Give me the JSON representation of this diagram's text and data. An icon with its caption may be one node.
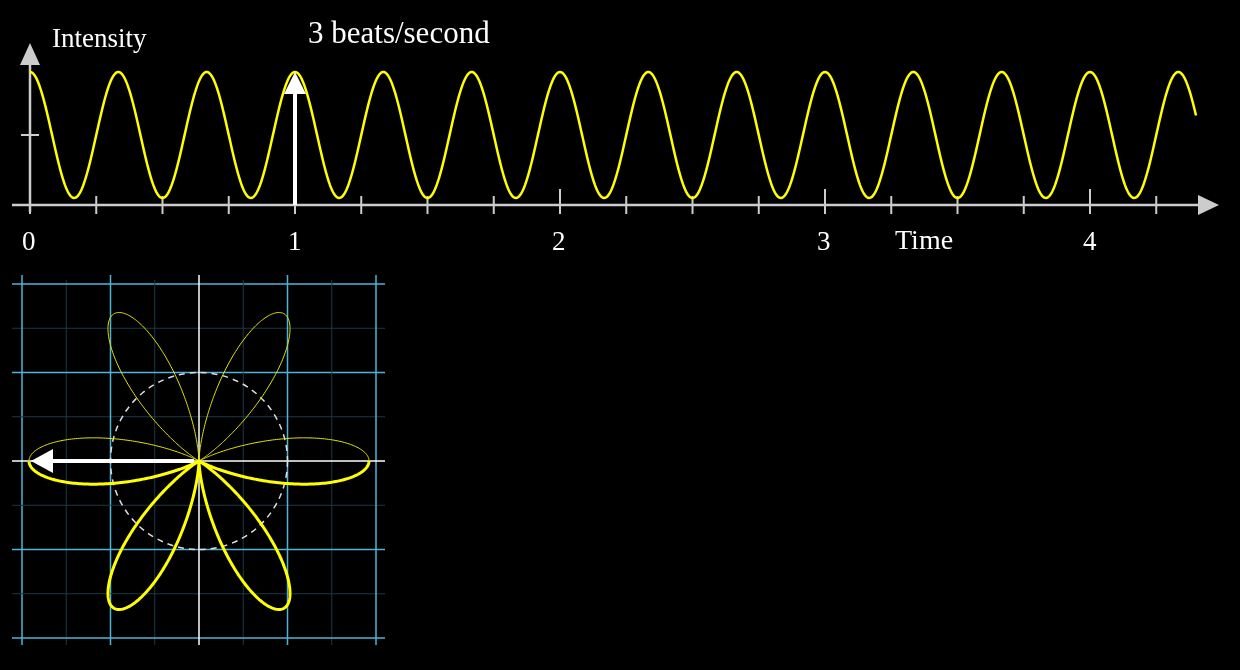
{
  "diagram": {
    "labels": [
      "Intensity",
      "3 beats/second",
      "0",
      "1",
      "2",
      "3",
      "Time",
      "4"
    ]
  }
}
